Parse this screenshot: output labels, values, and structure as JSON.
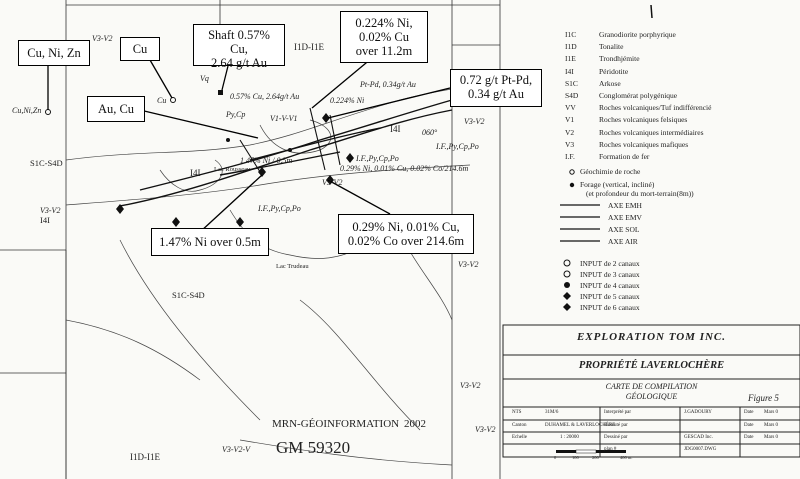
{
  "callouts": {
    "cu_ni_zn": "Cu, Ni, Zn",
    "cu": "Cu",
    "shaft_line1": "Shaft 0.57% Cu,",
    "shaft_line2": "2.64 g/t Au",
    "ni224_line1": "0.224% Ni,",
    "ni224_line2": "0.02% Cu",
    "ni224_line3": "over 11.2m",
    "ptpd_line1": "0.72 g/t Pt-Pd,",
    "ptpd_line2": "0.34 g/t Au",
    "au_cu": "Au, Cu",
    "ni147": "1.47% Ni over 0.5m",
    "ni029_line1": "0.29% Ni, 0.01% Cu,",
    "ni029_line2": "0.02% Co over 214.6m"
  },
  "map_labels": {
    "v3v2_top": "V3-V2",
    "i1d_i1e_top": "I1D-I1E",
    "cu_ni_zn_small": "Cu,Ni,Zn",
    "cu_small": "Cu",
    "vq": "Vq",
    "shaft_small": "0.57% Cu, 2.64g/t Au",
    "pycp": "Py,Cp",
    "ptpd_small": "Pt-Pd, 0.34g/t Au",
    "ni224_small": "0.224% Ni",
    "v1_v_vi": "V1-V-V1",
    "v3v2_right": "V3-V2",
    "i4i_right": "I4I",
    "code_060": "060°",
    "lfpycppo": "I.F.,Py,Cp,Po",
    "i4i_mid": "I4I",
    "lac_rousseau": "Lac Rousseau",
    "ni147_small": "1.47% Ni / 0.5m",
    "lf_small": "I.F.,Py,Cp,Po",
    "ni029_small": "0.29% Ni, 0.01% Cu, 0.02% Co/214.6m",
    "v3v2_mid": "V3-V2",
    "s1c_s4d_left": "S1C-S4D",
    "v3v2_left": "V3-V2",
    "i4i_left": "I4I",
    "lf_bottom": "I.F.,Py,Cp,Po",
    "lac_trudeau": "Lac Trudeau",
    "s1c_s4d_bottom": "S1C-S4D",
    "v3v2_rightmid": "V3-V2",
    "v3v2_lower": "V3-V2",
    "v3v2_bottom": "V3-V2",
    "i1d_i1e_bottom": "I1D-I1E",
    "v3_v2_v": "V3-V2-V"
  },
  "legend": [
    {
      "code": "I1C",
      "text": "Granodiorite porphyrique"
    },
    {
      "code": "I1D",
      "text": "Tonalite"
    },
    {
      "code": "I1E",
      "text": "Trondhjémite"
    },
    {
      "code": "I4I",
      "text": "Péridotite"
    },
    {
      "code": "S1C",
      "text": "Arkose"
    },
    {
      "code": "S4D",
      "text": "Conglomérat polygénique"
    },
    {
      "code": "VV",
      "text": "Roches volcaniques/Tuf indifférencié"
    },
    {
      "code": "V1",
      "text": "Roches volcaniques felsiques"
    },
    {
      "code": "V2",
      "text": "Roches volcaniques intermédiaires"
    },
    {
      "code": "V3",
      "text": "Roches volcaniques mafiques"
    },
    {
      "code": "I.F.",
      "text": "Formation de fer"
    }
  ],
  "legend_extra": {
    "geochimie": "Géochimie de roche",
    "forage_1": "Forage (vertical, incliné)",
    "forage_2": "(et profondeur du mort-terrain(8m))",
    "axes": [
      "AXE EMH",
      "AXE EMV",
      "AXE SOL",
      "AXE AIR"
    ],
    "inputs": [
      "INPUT de 2 canaux",
      "INPUT de 3 canaux",
      "INPUT de 4 canaux",
      "INPUT de 5 canaux",
      "INPUT de 6 canaux"
    ]
  },
  "title_block": {
    "company": "EXPLORATION TOM INC.",
    "property": "PROPRIÉTÉ LAVERLOCHÈRE",
    "map_title": "CARTE DE COMPILATION",
    "map_subtitle": "GÉOLOGIQUE",
    "figure": "Figure 5",
    "nts_label": "NTS",
    "nts_value": "31M/6",
    "canton_label": "Canton",
    "canton_value": "DUHAMEL & LAVERLOCHÈRE",
    "echelle_label": "Echelle",
    "echelle_value": "1 : 20000",
    "interprete_label": "Interprété par",
    "interprete_value": "J.GADOURY",
    "execute_label": "Exécuté par",
    "dessine_label": "Dessiné par",
    "dessine_value": "GESCAD Inc.",
    "plan_label": "plan #",
    "plan_value": "JDG0007.DWG",
    "date_label": "Date",
    "date_value": "Mars 0",
    "scale_ticks": [
      "0",
      "100",
      "200",
      "400 m."
    ]
  },
  "stamp": {
    "agency": "MRN-GÉOINFORMATION",
    "year": "2002",
    "gm": "GM 59320"
  }
}
